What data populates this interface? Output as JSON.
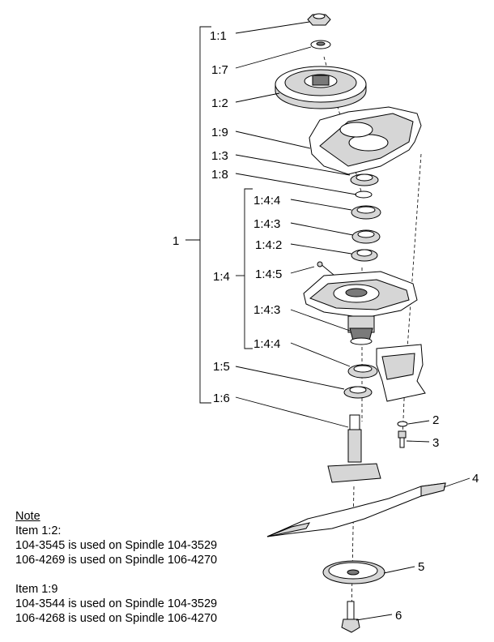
{
  "callouts": {
    "c1_1": "1:1",
    "c1_7": "1:7",
    "c1_2": "1:2",
    "c1_9": "1:9",
    "c1_3": "1:3",
    "c1_8": "1:8",
    "c1_4_4a": "1:4:4",
    "c1_4_3a": "1:4:3",
    "c1_4_2": "1:4:2",
    "c1_4": "1:4",
    "c1_4_5": "1:4:5",
    "c1_4_3b": "1:4:3",
    "c1_4_4b": "1:4:4",
    "c1_5": "1:5",
    "c1_6": "1:6",
    "c1": "1",
    "c2": "2",
    "c3": "3",
    "c4": "4",
    "c5": "5",
    "c6": "6"
  },
  "note": {
    "heading": "Note",
    "item1_title": "Item 1:2:",
    "item1_line1": "104-3545 is used on Spindle 104-3529",
    "item1_line2": "106-4269 is used on Spindle 106-4270",
    "item2_title": "Item 1:9",
    "item2_line1": "104-3544 is used on Spindle 104-3529",
    "item2_line2": "106-4268 is used on Spindle 106-4270"
  }
}
